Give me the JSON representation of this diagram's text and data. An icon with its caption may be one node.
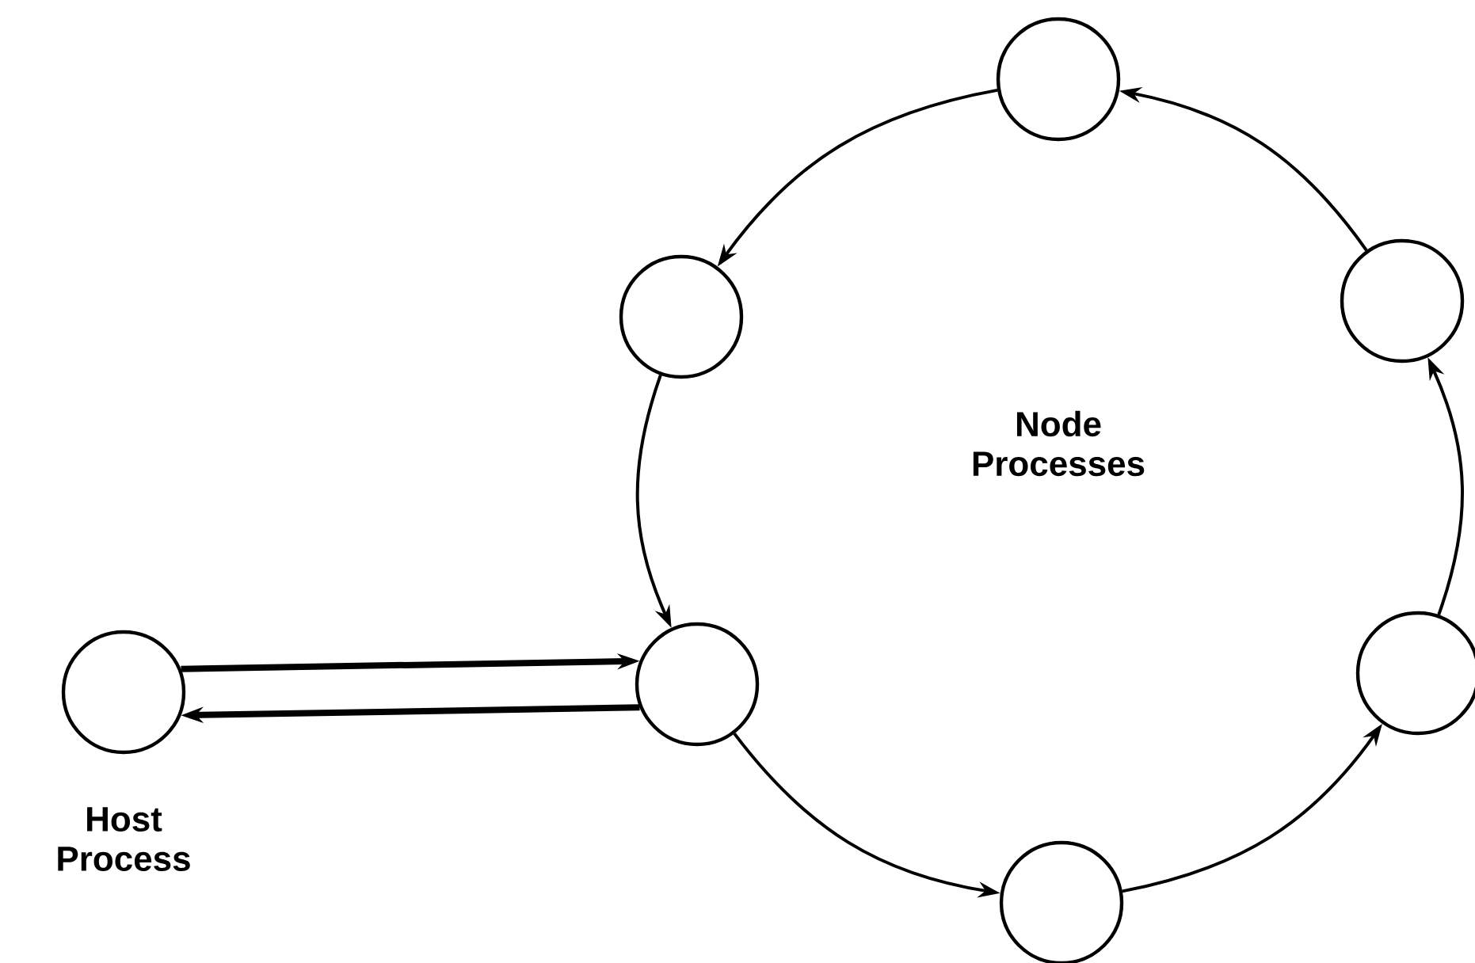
{
  "diagram": {
    "nodes": [
      {
        "text": [],
        "shape": "circle",
        "beside": [
          "Host Process"
        ]
      },
      {
        "text": [],
        "shape": "circle"
      },
      {
        "text": [],
        "shape": "circle"
      },
      {
        "text": [],
        "shape": "circle"
      },
      {
        "text": [],
        "shape": "circle"
      },
      {
        "text": [],
        "shape": "circle"
      },
      {
        "text": [],
        "shape": "circle"
      }
    ],
    "edges": [
      {
        "from": 0,
        "to": 2,
        "arrow": "to",
        "style": "thick"
      },
      {
        "from": 2,
        "to": 0,
        "arrow": "to",
        "style": "thick"
      },
      {
        "from": 3,
        "to": 1,
        "arrow": "to"
      },
      {
        "from": 1,
        "to": 2,
        "arrow": "to"
      },
      {
        "from": 2,
        "to": 4,
        "arrow": "to"
      },
      {
        "from": 4,
        "to": 6,
        "arrow": "to"
      },
      {
        "from": 6,
        "to": 5,
        "arrow": "to"
      },
      {
        "from": 5,
        "to": 3,
        "arrow": "to"
      }
    ],
    "labels": [
      "Node Processes"
    ]
  }
}
